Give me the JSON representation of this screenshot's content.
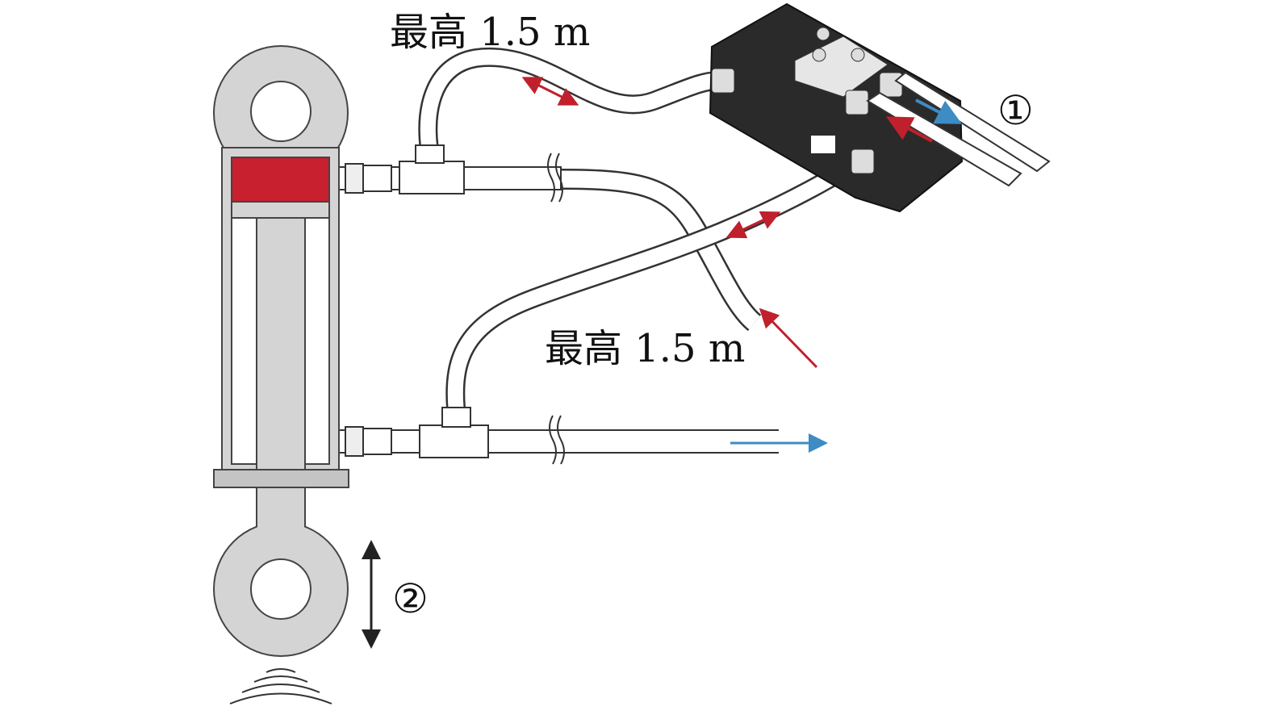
{
  "labels": {
    "max_height_top": "最高 1.5 m",
    "max_height_middle": "最高 1.5 m",
    "marker_1": "①",
    "marker_2": "②"
  },
  "colors": {
    "piston": "#c8202e",
    "arrow_red": "#c0202c",
    "arrow_blue": "#3d8cc4",
    "cylinder_gray": "#d4d4d4",
    "valve_black": "#2a2a2a"
  }
}
